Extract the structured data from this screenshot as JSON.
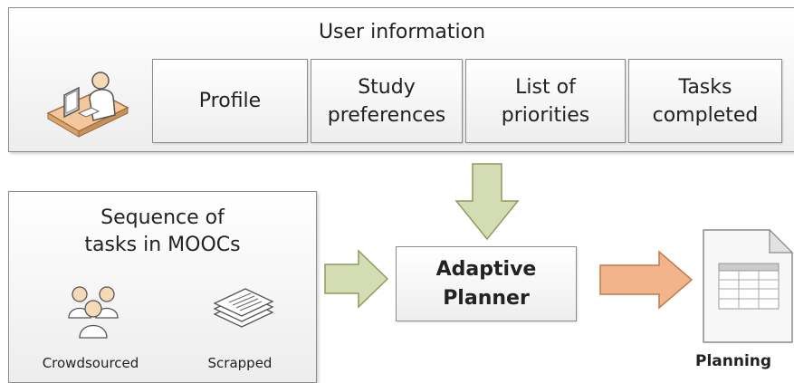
{
  "user_information": {
    "title": "User information",
    "boxes": {
      "profile": "Profile",
      "study_line1": "Study",
      "study_line2": "preferences",
      "list_line1": "List of",
      "list_line2": "priorities",
      "tasks_line1": "Tasks",
      "tasks_line2": "completed"
    }
  },
  "sequence": {
    "title_line1": "Sequence of",
    "title_line2": "tasks in MOOCs",
    "crowdsourced": "Crowdsourced",
    "scrapped": "Scrapped"
  },
  "planner": {
    "line1": "Adaptive",
    "line2": "Planner"
  },
  "output": {
    "label": "Planning"
  },
  "colors": {
    "green_arrow": "#d4dcb3",
    "green_arrow_stroke": "#8f9a5e",
    "orange_arrow": "#f2b48a",
    "orange_arrow_stroke": "#c07a4b",
    "panel_border": "#8c8c8c",
    "icon_orange": "#f3c79a"
  },
  "icons": {
    "user": "user-at-computer-icon",
    "crowd": "people-group-icon",
    "docs": "document-stack-icon",
    "planning": "spreadsheet-document-icon"
  }
}
